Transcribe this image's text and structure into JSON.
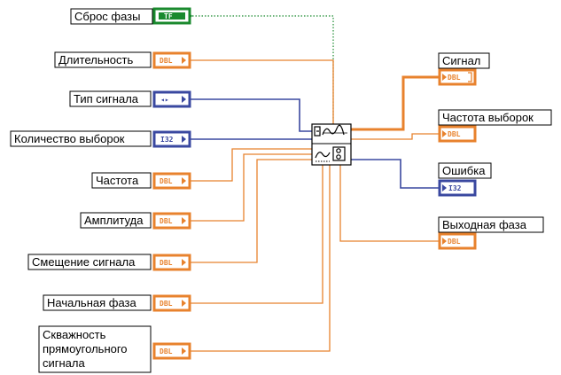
{
  "colors": {
    "orange": "#e8822d",
    "blue": "#3a48a0",
    "green": "#1a8a2e"
  },
  "function_node": {
    "icon_top": "sine-wave-generator-icon",
    "icon_bottom": "waveform-settings-icon"
  },
  "inputs": [
    {
      "label": "Сброс фазы",
      "terminal": "TF",
      "type": "bool"
    },
    {
      "label": "Длительность",
      "terminal": "DBL",
      "type": "dbl"
    },
    {
      "label": "Тип сигнала",
      "terminal": "◂▸",
      "type": "enum"
    },
    {
      "label": "Количество выборок",
      "terminal": "I32",
      "type": "i32"
    },
    {
      "label": "Частота",
      "terminal": "DBL",
      "type": "dbl"
    },
    {
      "label": "Амплитуда",
      "terminal": "DBL",
      "type": "dbl"
    },
    {
      "label": "Смещение сигнала",
      "terminal": "DBL",
      "type": "dbl"
    },
    {
      "label": "Начальная фаза",
      "terminal": "DBL",
      "type": "dbl"
    },
    {
      "label_lines": [
        "Скважность",
        "прямоугольного",
        "сигнала"
      ],
      "terminal": "DBL",
      "type": "dbl"
    }
  ],
  "outputs": [
    {
      "label": "Сигнал",
      "terminal": "DBL",
      "type": "dbl-array"
    },
    {
      "label": "Частота выборок",
      "terminal": "DBL",
      "type": "dbl"
    },
    {
      "label": "Ошибка",
      "terminal": "I32",
      "type": "i32"
    },
    {
      "label": "Выходная фаза",
      "terminal": "DBL",
      "type": "dbl"
    }
  ]
}
